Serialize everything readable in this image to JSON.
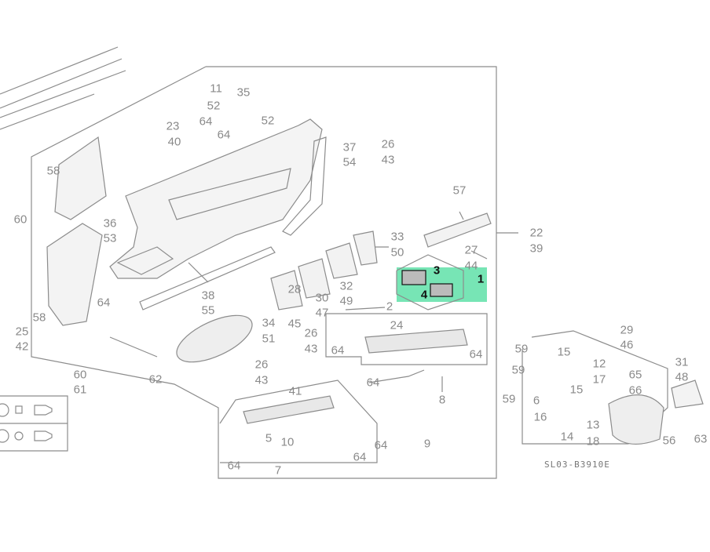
{
  "diagram": {
    "highlight_color": "#5fe0a8",
    "drawing_code": "SL03-B3910E",
    "highlighted_parts": [
      "3",
      "1",
      "4"
    ],
    "part_labels": [
      "11",
      "52",
      "23",
      "64",
      "35",
      "52",
      "40",
      "64",
      "37",
      "26",
      "54",
      "43",
      "58",
      "60",
      "36",
      "53",
      "57",
      "22",
      "39",
      "33",
      "27",
      "50",
      "44",
      "28",
      "30",
      "32",
      "45",
      "47",
      "49",
      "38",
      "55",
      "64",
      "2",
      "58",
      "25",
      "42",
      "34",
      "51",
      "26",
      "43",
      "24",
      "64",
      "64",
      "29",
      "46",
      "59",
      "15",
      "12",
      "17",
      "31",
      "48",
      "65",
      "66",
      "60",
      "61",
      "62",
      "26",
      "43",
      "64",
      "59",
      "15",
      "41",
      "8",
      "6",
      "16",
      "13",
      "14",
      "18",
      "5",
      "10",
      "64",
      "9",
      "64",
      "64",
      "7",
      "56",
      "63",
      "59",
      "3",
      "1",
      "4"
    ]
  }
}
